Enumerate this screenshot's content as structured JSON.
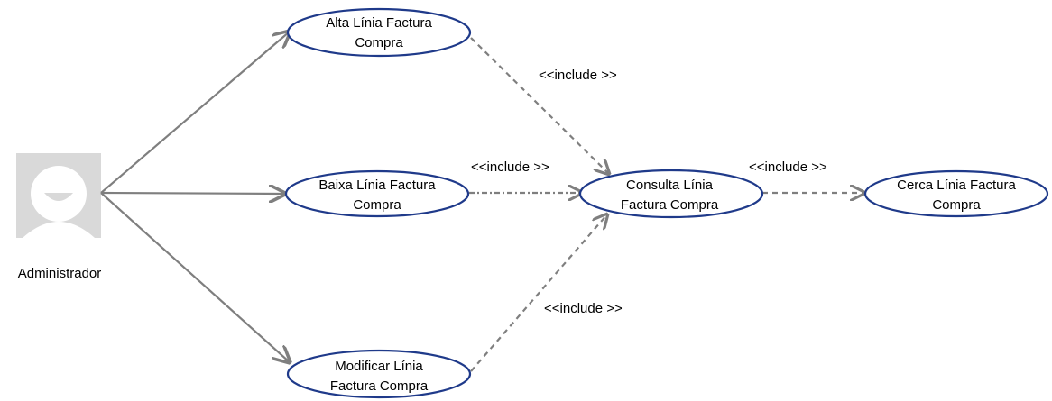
{
  "actor": {
    "name": "Administrador",
    "icon": "user-avatar-icon"
  },
  "use_cases": {
    "alta": [
      "Alta Línia Factura",
      "Compra"
    ],
    "baixa": [
      "Baixa Línia Factura",
      "Compra"
    ],
    "modificar": [
      "Modificar  Línia",
      "Factura Compra"
    ],
    "consulta": [
      "Consulta Línia",
      "Factura Compra"
    ],
    "cerca": [
      "Cerca Línia Factura",
      "Compra"
    ]
  },
  "relations": {
    "alta_consulta": "<<include >>",
    "baixa_consulta": "<<include >>",
    "modificar_consulta": "<<include >>",
    "consulta_cerca": "<<include >>"
  },
  "colors": {
    "ellipse_stroke": "#1F3A8A",
    "association": "#7F7F7F",
    "include_line": "#7F7F7F",
    "avatar_bg": "#D9D9D9",
    "avatar_fg": "#FFFFFF"
  }
}
